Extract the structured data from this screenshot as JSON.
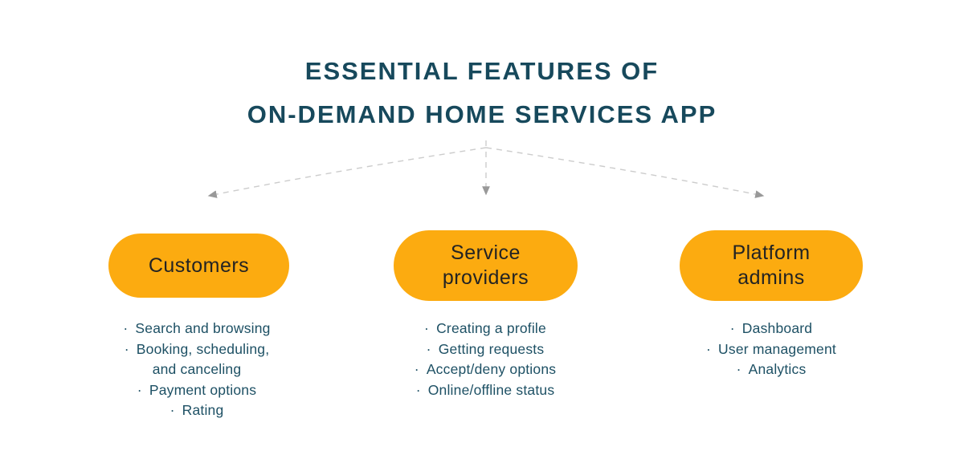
{
  "title": {
    "line1": "ESSENTIAL FEATURES OF",
    "line2": "ON-DEMAND HOME SERVICES APP"
  },
  "bullet": "·",
  "colors": {
    "node_fill": "#FCAB10",
    "title_text": "#17495C",
    "list_text": "#1D5064",
    "node_text": "#232323",
    "connector": "#CCCCCC",
    "arrowhead": "#999999"
  },
  "columns": [
    {
      "id": "customers",
      "node_label": "Customers",
      "items": [
        "Search and browsing",
        "Booking, scheduling,\nand canceling",
        "Payment options",
        "Rating"
      ]
    },
    {
      "id": "service-providers",
      "node_label": "Service\nproviders",
      "items": [
        "Creating a profile",
        "Getting requests",
        "Accept/deny options",
        "Online/offline status"
      ]
    },
    {
      "id": "platform-admins",
      "node_label": "Platform\nadmins",
      "items": [
        "Dashboard",
        "User management",
        "Analytics"
      ]
    }
  ]
}
